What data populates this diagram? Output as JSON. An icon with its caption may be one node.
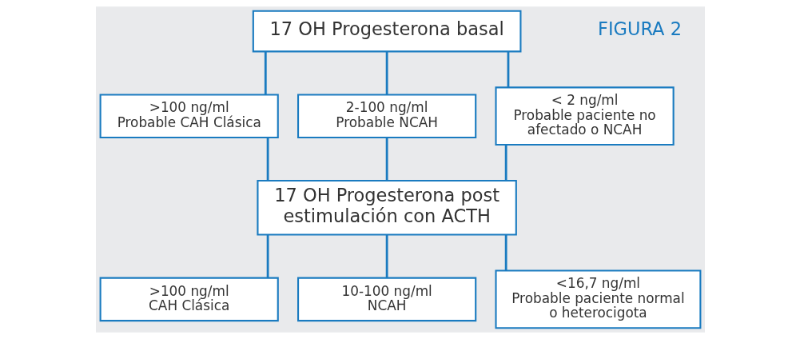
{
  "diagram": {
    "nodes": [
      {
        "text": [
          "17 OH Progesterona basal"
        ]
      },
      {
        "text": [
          ">100 ng/ml",
          "Probable CAH Clásica"
        ]
      },
      {
        "text": [
          "2-100 ng/ml",
          "Probable NCAH"
        ]
      },
      {
        "text": [
          "< 2 ng/ml",
          "Probable paciente no afectado o NCAH"
        ]
      },
      {
        "text": [
          "17 OH Progesterona post estimulación con ACTH"
        ]
      },
      {
        "text": [
          ">100 ng/ml",
          "CAH Clásica"
        ]
      },
      {
        "text": [
          "10-100 ng/ml",
          "NCAH"
        ]
      },
      {
        "text": [
          "<16,7 ng/ml",
          "Probable paciente normal o heterocigota"
        ]
      }
    ],
    "edges": [
      {
        "from": 0,
        "to": 1,
        "arrow": "none"
      },
      {
        "from": 0,
        "to": 2,
        "arrow": "none"
      },
      {
        "from": 0,
        "to": 3,
        "arrow": "none"
      },
      {
        "from": 1,
        "to": 4,
        "arrow": "none"
      },
      {
        "from": 2,
        "to": 4,
        "arrow": "none"
      },
      {
        "from": 3,
        "to": 4,
        "arrow": "none"
      },
      {
        "from": 4,
        "to": 5,
        "arrow": "none"
      },
      {
        "from": 4,
        "to": 6,
        "arrow": "none"
      },
      {
        "from": 4,
        "to": 7,
        "arrow": "none"
      }
    ],
    "labels": [
      "FIGURA 2"
    ]
  }
}
